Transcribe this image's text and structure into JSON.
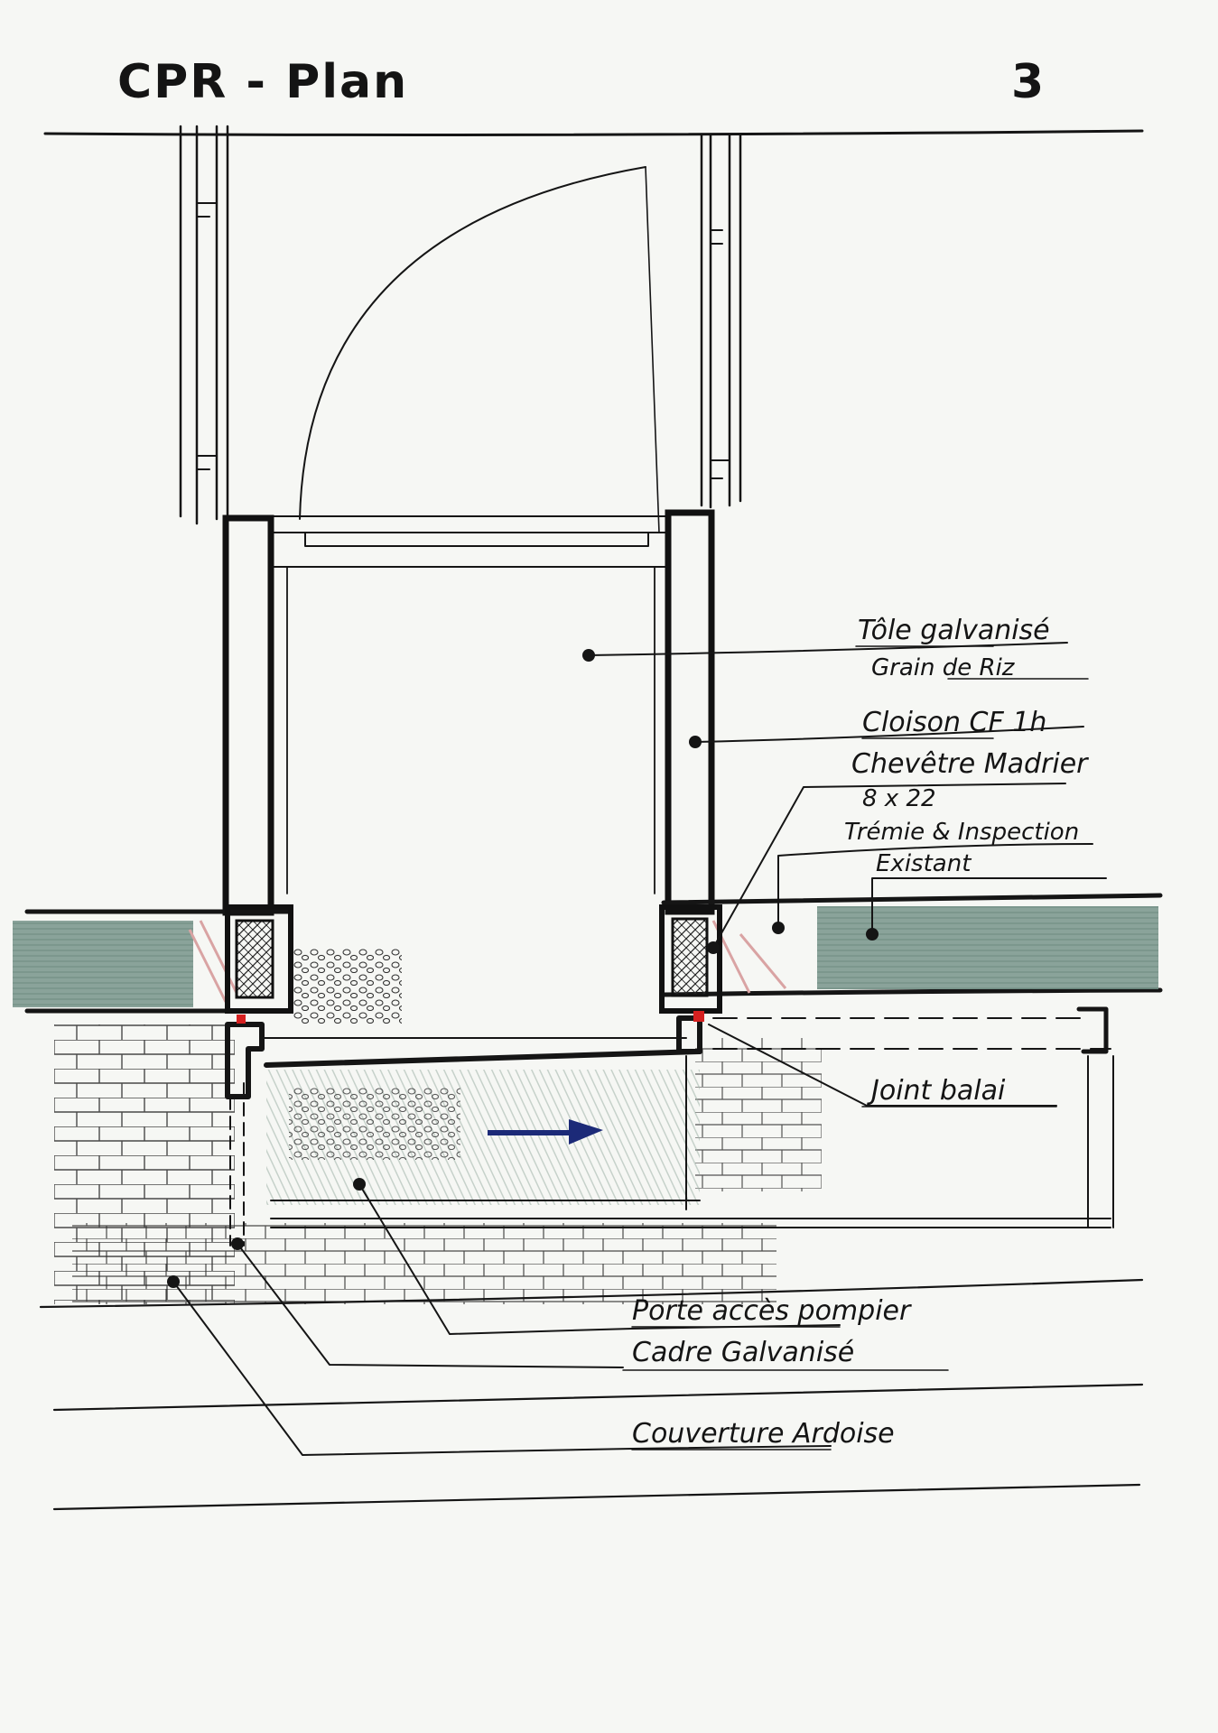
{
  "header": {
    "title": "CPR - Plan",
    "sheet_number": "3"
  },
  "annotations": {
    "tole": "Tôle galvanisé",
    "grain": "Grain de Riz",
    "cloison": "Cloison CF 1h",
    "chevetre": "Chevêtre Madrier",
    "chevetre_dim": "8 x 22",
    "tremie": "Trémie & Inspection",
    "existant": "Existant",
    "joint": "Joint balai",
    "porte": "Porte accès pompier",
    "cadre": "Cadre Galvanisé",
    "couverture": "Couverture Ardoise"
  },
  "colors": {
    "ink": "#151515",
    "insulation": "#7e9a90",
    "hatch_red": "#d9a3a3",
    "seal_red": "#d62020",
    "arrow_blue": "#1c2a78",
    "pencil_green": "#9fb3a8"
  }
}
